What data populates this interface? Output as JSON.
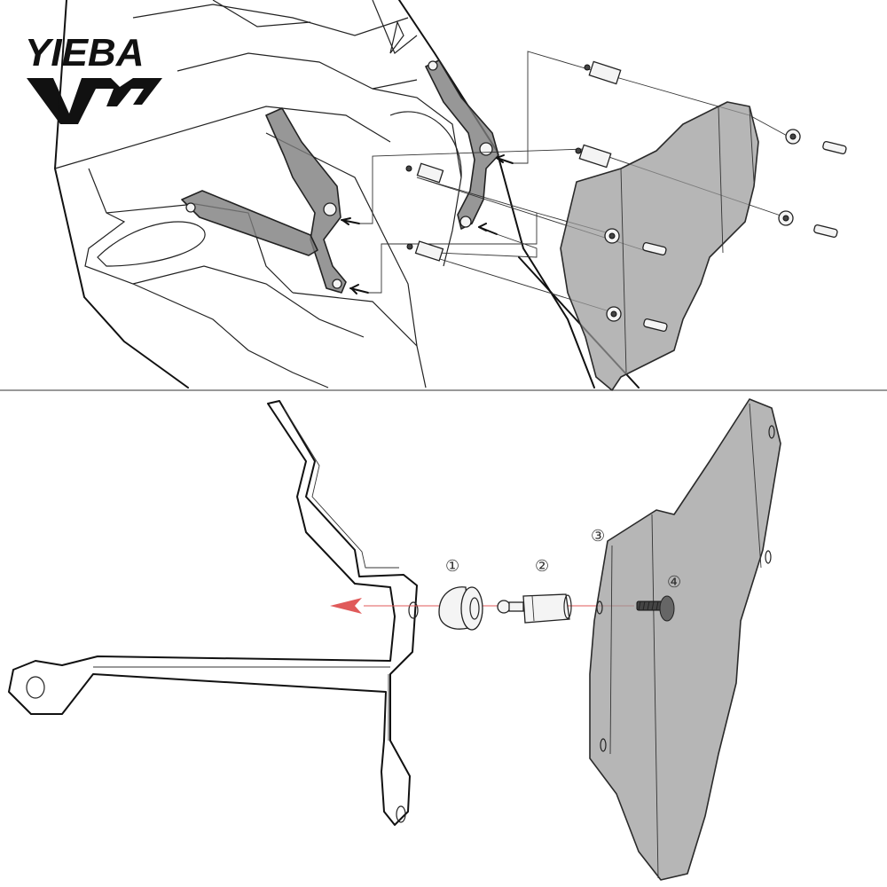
{
  "logo": {
    "text": "YIEBA",
    "icon": "yieba-logo-icon"
  },
  "top_panel": {
    "icon": "motorcycle-windshield-mounting-diagram-icon"
  },
  "bottom_panel": {
    "markers": [
      "①",
      "②",
      "③",
      "④"
    ],
    "parts": [
      "well-nut-icon",
      "standoff-spacer-icon",
      "windshield-panel-icon",
      "mounting-screw-icon"
    ],
    "arrow_color": "#e05a5a"
  },
  "colors": {
    "panel": "#9a9a9a",
    "bracket": "#7d7d7d",
    "line": "#111111"
  }
}
